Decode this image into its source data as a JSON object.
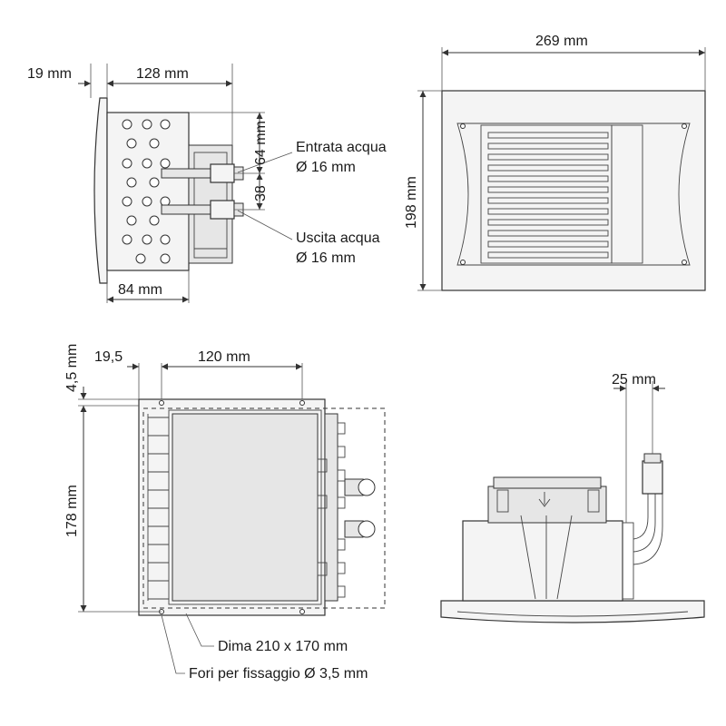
{
  "labels": {
    "side_width": "19 mm",
    "side_depth": "128 mm",
    "side_bottom_depth": "84 mm",
    "inlet_offset": "64 mm",
    "port_spacing": "38",
    "inlet_title": "Entrata acqua",
    "inlet_diameter": "Ø 16 mm",
    "outlet_title": "Uscita acqua",
    "outlet_diameter": "Ø 16 mm",
    "front_width": "269 mm",
    "front_height": "198 mm",
    "rear_margin_top": "4,5 mm",
    "rear_margin_left": "19,5",
    "rear_inner_width": "120 mm",
    "rear_height": "178 mm",
    "cutout": "Dima 210 x 170 mm",
    "fixing_holes": "Fori per fissaggio Ø 3,5 mm",
    "pipe_offset": "25 mm"
  }
}
